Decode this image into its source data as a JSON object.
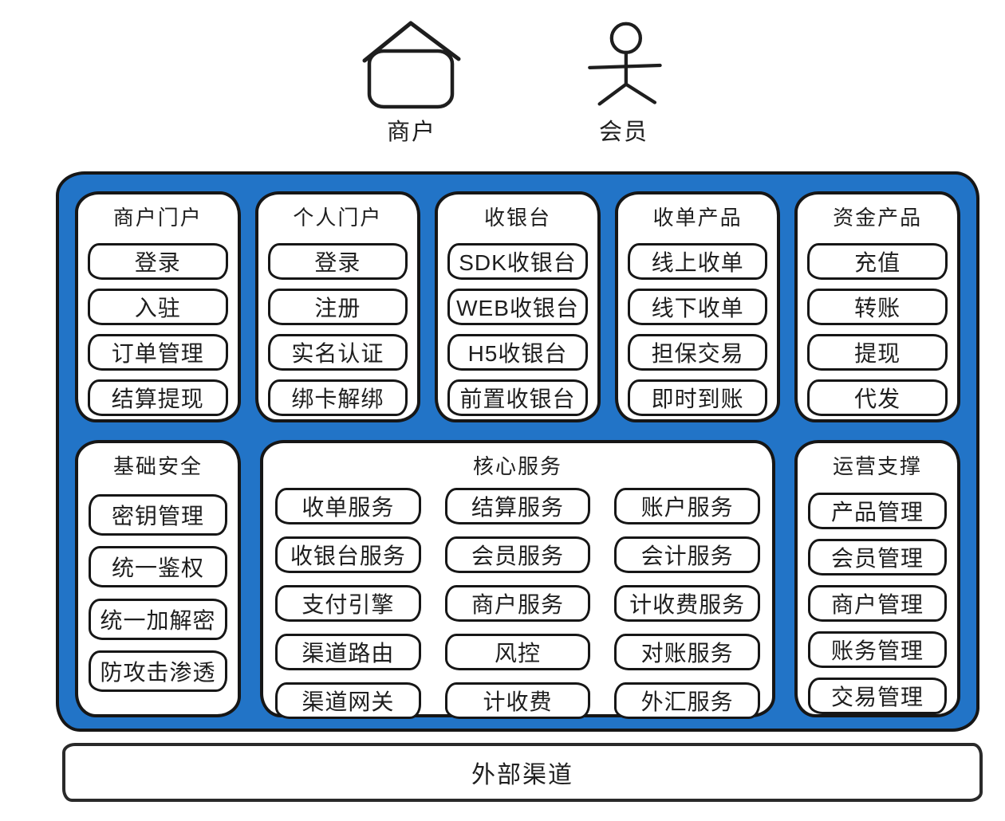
{
  "actors": [
    {
      "icon": "house-icon",
      "label": "商户"
    },
    {
      "icon": "person-icon",
      "label": "会员"
    }
  ],
  "platform": {
    "top_panels": [
      {
        "title": "商户门户",
        "items": [
          "登录",
          "入驻",
          "订单管理",
          "结算提现"
        ]
      },
      {
        "title": "个人门户",
        "items": [
          "登录",
          "注册",
          "实名认证",
          "绑卡解绑"
        ]
      },
      {
        "title": "收银台",
        "items": [
          "SDK收银台",
          "WEB收银台",
          "H5收银台",
          "前置收银台"
        ]
      },
      {
        "title": "收单产品",
        "items": [
          "线上收单",
          "线下收单",
          "担保交易",
          "即时到账"
        ]
      },
      {
        "title": "资金产品",
        "items": [
          "充值",
          "转账",
          "提现",
          "代发"
        ]
      }
    ],
    "security_panel": {
      "title": "基础安全",
      "items": [
        "密钥管理",
        "统一鉴权",
        "统一加解密",
        "防攻击渗透"
      ]
    },
    "core_panel": {
      "title": "核心服务",
      "columns": [
        [
          "收单服务",
          "收银台服务",
          "支付引擎",
          "渠道路由",
          "渠道网关"
        ],
        [
          "结算服务",
          "会员服务",
          "商户服务",
          "风控",
          "计收费"
        ],
        [
          "账户服务",
          "会计服务",
          "计收费服务",
          "对账服务",
          "外汇服务"
        ]
      ]
    },
    "ops_panel": {
      "title": "运营支撑",
      "items": [
        "产品管理",
        "会员管理",
        "商户管理",
        "账务管理",
        "交易管理"
      ]
    }
  },
  "bottom_bar": {
    "label": "外部渠道"
  },
  "colors": {
    "container_blue": "#2274c7",
    "stroke": "#161616",
    "panel_bg": "#ffffff"
  }
}
